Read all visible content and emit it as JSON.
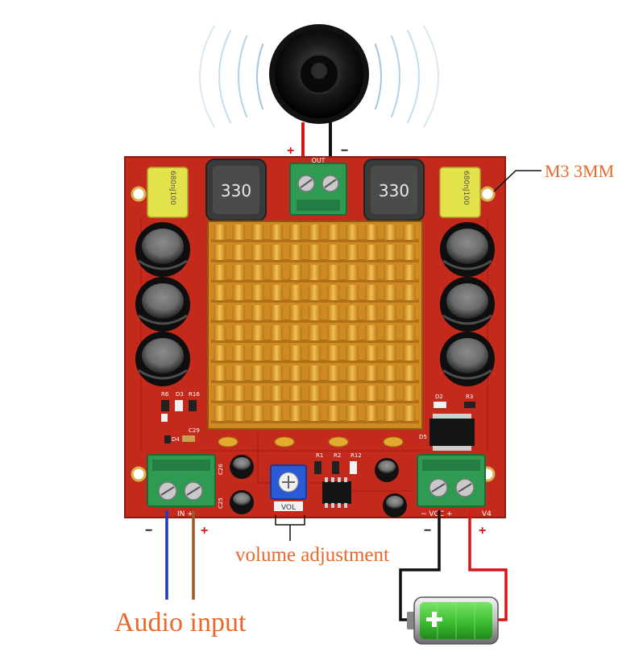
{
  "labels": {
    "mount_hole": "M3 3MM",
    "volume": "volume adjustment",
    "audio_input": "Audio input",
    "out_plus": "+",
    "out_minus": "−",
    "in_minus": "−",
    "in_plus": "+",
    "pwr_minus": "−",
    "pwr_plus": "+"
  },
  "board_text": {
    "out": "OUT",
    "inductor_left": "330",
    "inductor_right": "330",
    "cap_left": "680nJ100",
    "cap_right": "680nJ100",
    "in_silk": "IN  +",
    "vcc_silk": "− VCC  +",
    "v4": "V4",
    "vol": "VOL",
    "r6": "R6",
    "d3": "D3",
    "r16": "R16",
    "d4": "D4",
    "c29": "C29",
    "r1": "R1",
    "r2": "R2",
    "r12": "R12",
    "d2": "D2",
    "r3": "R3",
    "d5": "D5",
    "c26": "C26",
    "c25": "C25"
  },
  "colors": {
    "board": "#c42a1c",
    "heatsink": "#e6a32e",
    "terminal": "#2f9a52",
    "callout": "#e8682a",
    "wire_red": "#d4161a",
    "wire_black": "#111111",
    "wire_blue": "#1a39c4",
    "wire_brown": "#9a5a22",
    "battery_green": "#3fc233"
  },
  "icons": [
    "speaker-icon",
    "battery-icon"
  ]
}
